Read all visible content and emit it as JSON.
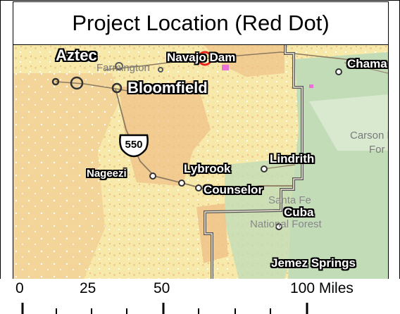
{
  "title": "Project Location (Red Dot)",
  "places": {
    "aztec": "Aztec",
    "farmington": "Farmington",
    "navajo_dam": "Navajo Dam",
    "bloomfield": "Bloomfield",
    "chama": "Chama",
    "carson_nf_line1": "Carson N",
    "carson_nf_line2": "For",
    "highway": "550",
    "nageezi": "Nageezi",
    "lybrook": "Lybrook",
    "lindrith": "Lindrith",
    "counselor": "Counselor",
    "santa_fe_nf_line1": "Santa Fe",
    "santa_fe_nf_line2": "National Forest",
    "cuba": "Cuba",
    "jemez_springs": "Jemez Springs"
  },
  "scale_bar": {
    "labels": [
      "0",
      "25",
      "50",
      "100 Miles"
    ]
  },
  "colors": {
    "project_marker": "#e8231f",
    "private_land": "#f3d59a",
    "blm_land": "#f6e9a9",
    "tribal_land": "#f0c088",
    "forest_land": "#c2dcb8",
    "roads": "#8c7a60"
  }
}
